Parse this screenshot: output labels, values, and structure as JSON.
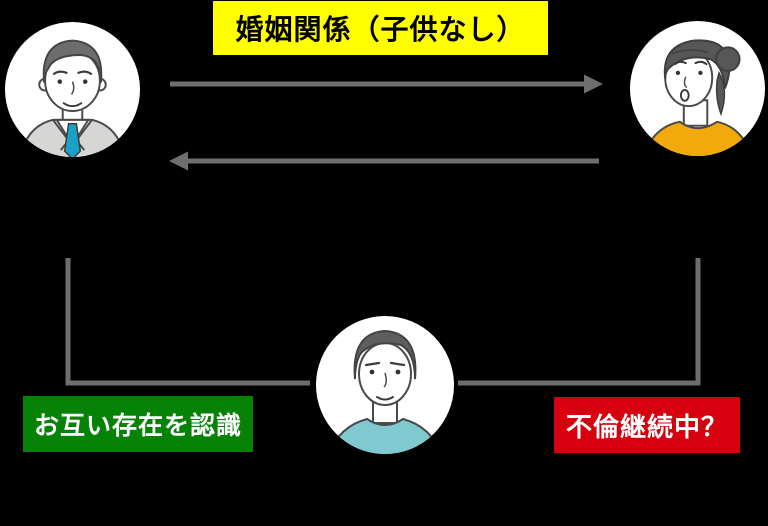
{
  "labels": {
    "marriage": "婚姻関係（子供なし）",
    "mutual_awareness": "お互い存在を認識",
    "affair_ongoing": "不倫継続中？"
  },
  "label_styles": {
    "marriage": {
      "bg": "#ffff00",
      "text_color": "#000000"
    },
    "mutual_awareness": {
      "bg": "#068206",
      "text_color": "#ffffff"
    },
    "affair_ongoing": {
      "bg": "#d7000f",
      "text_color": "#ffffff"
    }
  },
  "icons": {
    "husband": "husband-avatar",
    "wife": "wife-avatar",
    "affair_partner": "affair-partner-avatar"
  },
  "connectors": {
    "color": "#6e6e6e",
    "husband_to_wife": "straight-arrow-right",
    "wife_to_husband": "straight-arrow-left",
    "partner_to_husband": "elbow-line-left",
    "partner_to_wife": "elbow-line-right"
  },
  "avatar_colors": {
    "circle_bg": "#ffffff",
    "hair": "#636363",
    "outline": "#4a4a4a",
    "husband_suit": "#d6d6d4",
    "husband_tie": "#18a2c6",
    "wife_shirt": "#f2a90c",
    "partner_shirt": "#7fc9d1"
  },
  "background": "#000000"
}
